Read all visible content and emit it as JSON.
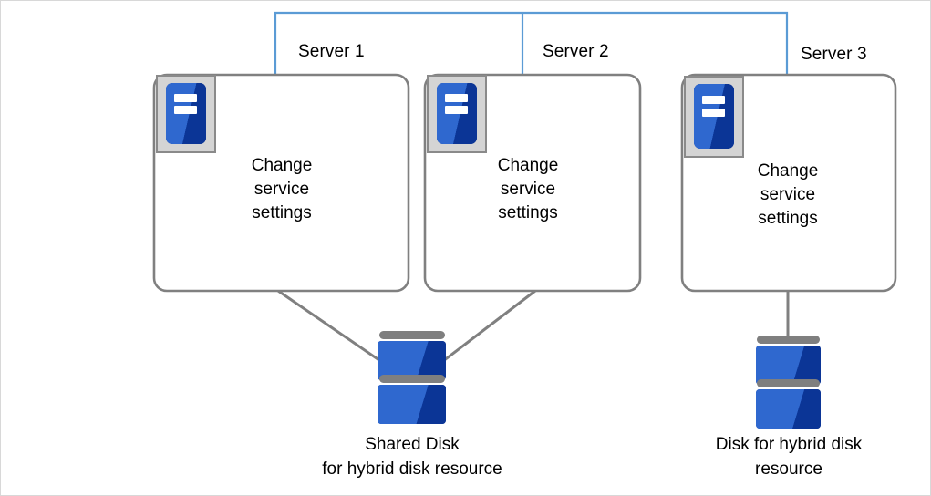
{
  "diagram": {
    "title_group_label": "",
    "colors": {
      "bracket": "#5b9bd5",
      "box_outline": "#808080",
      "connector": "#808080",
      "icon_blue_light": "#2f68cf",
      "icon_blue_dark": "#0b3596",
      "icon_frame": "#d4d4d4",
      "icon_frame_border": "#8a8a8a",
      "disk_rib": "#7f7f7f",
      "text": "#000000",
      "page_border": "#d8d8d8"
    },
    "servers": [
      {
        "title": "Server 1",
        "box_text": "Change\nservice\nsettings",
        "icon": "server-icon"
      },
      {
        "title": "Server 2",
        "box_text": "Change\nservice\nsettings",
        "icon": "server-icon"
      },
      {
        "title": "Server 3",
        "box_text": "Change\nservice\nsettings",
        "icon": "server-icon"
      }
    ],
    "disks": [
      {
        "caption": "Shared Disk\nfor hybrid disk resource",
        "icon": "disk-icon",
        "connected_servers": [
          "Server 1",
          "Server 2"
        ]
      },
      {
        "caption": "Disk for hybrid disk\nresource",
        "icon": "disk-icon",
        "connected_servers": [
          "Server 3"
        ]
      }
    ],
    "bracket": {
      "name": "cluster-bracket",
      "spans_servers": [
        "Server 1",
        "Server 2"
      ]
    }
  }
}
